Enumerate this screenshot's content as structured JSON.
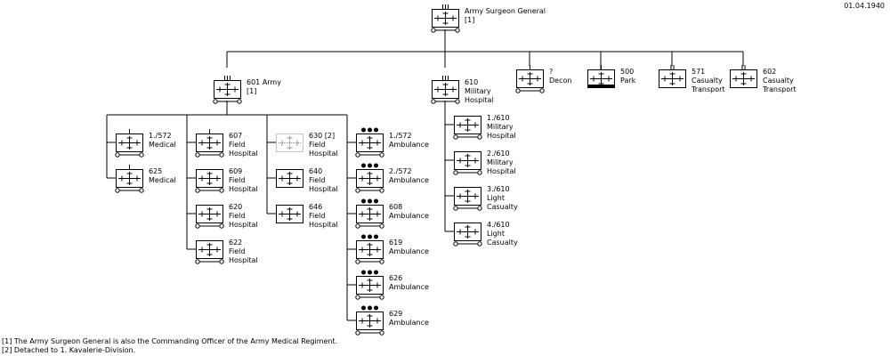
{
  "date": "01.04.1940",
  "footnotes": [
    "[1] The Army Surgeon General is also the Commanding Officer of the Army Medical Regiment.",
    "[2] Detached to 1. Kavalerie-Division."
  ],
  "units": {
    "surgeon_general": {
      "lines": [
        "Army Surgeon General",
        "[1]"
      ],
      "echelon": "III",
      "symbol": "medical",
      "mobility": "wheeled"
    },
    "army_601": {
      "lines": [
        "601 Army",
        "[1]"
      ],
      "echelon": "III",
      "symbol": "medical",
      "mobility": "wheeled"
    },
    "hospital_610": {
      "lines": [
        "610",
        "Military",
        "Hospital"
      ],
      "echelon": "III",
      "symbol": "medical",
      "mobility": "wheeled"
    },
    "decon": {
      "lines": [
        "?",
        "Decon"
      ],
      "echelon": "I",
      "symbol": "medical",
      "mobility": "wheeled"
    },
    "park_500": {
      "lines": [
        "500",
        "Park"
      ],
      "echelon": "I",
      "symbol": "park",
      "mobility": "none"
    },
    "casualty_571": {
      "lines": [
        "571",
        "Casualty",
        "Transport"
      ],
      "echelon": "II",
      "symbol": "medical",
      "mobility": "none"
    },
    "casualty_602": {
      "lines": [
        "602",
        "Casualty",
        "Transport"
      ],
      "echelon": "II",
      "symbol": "medical",
      "mobility": "none"
    },
    "medical_1_572": {
      "lines": [
        "1./572",
        "Medical"
      ],
      "echelon": "I",
      "symbol": "medical",
      "mobility": "wheeled"
    },
    "medical_625": {
      "lines": [
        "625",
        "Medical"
      ],
      "echelon": "I",
      "symbol": "medical",
      "mobility": "wheeled"
    },
    "field_607": {
      "lines": [
        "607",
        "Field",
        "Hospital"
      ],
      "echelon": "I",
      "symbol": "medical",
      "mobility": "wheeled"
    },
    "field_609": {
      "lines": [
        "609",
        "Field",
        "Hospital"
      ],
      "echelon": "none",
      "symbol": "medical",
      "mobility": "wheeled"
    },
    "field_620": {
      "lines": [
        "620",
        "Field",
        "Hospital"
      ],
      "echelon": "none",
      "symbol": "medical",
      "mobility": "wheeled"
    },
    "field_622": {
      "lines": [
        "622",
        "Field",
        "Hospital"
      ],
      "echelon": "none",
      "symbol": "medical",
      "mobility": "wheeled"
    },
    "field_630": {
      "lines": [
        "630 [2]",
        "Field",
        "Hospital"
      ],
      "echelon": "none",
      "symbol": "medical-detached",
      "mobility": "none"
    },
    "field_640": {
      "lines": [
        "640",
        "Field",
        "Hospital"
      ],
      "echelon": "none",
      "symbol": "medical",
      "mobility": "none"
    },
    "field_646": {
      "lines": [
        "646",
        "Field",
        "Hospital"
      ],
      "echelon": "none",
      "symbol": "medical",
      "mobility": "none"
    },
    "amb_1_572": {
      "lines": [
        "1./572",
        "Ambulance"
      ],
      "echelon": "dots",
      "symbol": "medical",
      "mobility": "wheeled"
    },
    "amb_2_572": {
      "lines": [
        "2./572",
        "Ambulance"
      ],
      "echelon": "dots",
      "symbol": "medical",
      "mobility": "wheeled"
    },
    "amb_608": {
      "lines": [
        "608",
        "Ambulance"
      ],
      "echelon": "dots",
      "symbol": "medical",
      "mobility": "wheeled"
    },
    "amb_619": {
      "lines": [
        "619",
        "Ambulance"
      ],
      "echelon": "dots",
      "symbol": "medical",
      "mobility": "wheeled"
    },
    "amb_626": {
      "lines": [
        "626",
        "Ambulance"
      ],
      "echelon": "dots",
      "symbol": "medical",
      "mobility": "wheeled"
    },
    "amb_629": {
      "lines": [
        "629",
        "Ambulance"
      ],
      "echelon": "dots",
      "symbol": "medical",
      "mobility": "wheeled"
    },
    "mil_1_610": {
      "lines": [
        "1./610",
        "Military",
        "Hospital"
      ],
      "echelon": "none",
      "symbol": "medical",
      "mobility": "wheeled"
    },
    "mil_2_610": {
      "lines": [
        "2./610",
        "Military",
        "Hospital"
      ],
      "echelon": "none",
      "symbol": "medical",
      "mobility": "wheeled"
    },
    "light_3_610": {
      "lines": [
        "3./610",
        "Light",
        "Casualty"
      ],
      "echelon": "none",
      "symbol": "medical",
      "mobility": "wheeled"
    },
    "light_4_610": {
      "lines": [
        "4./610",
        "Light",
        "Casualty"
      ],
      "echelon": "none",
      "symbol": "medical",
      "mobility": "wheeled"
    }
  }
}
